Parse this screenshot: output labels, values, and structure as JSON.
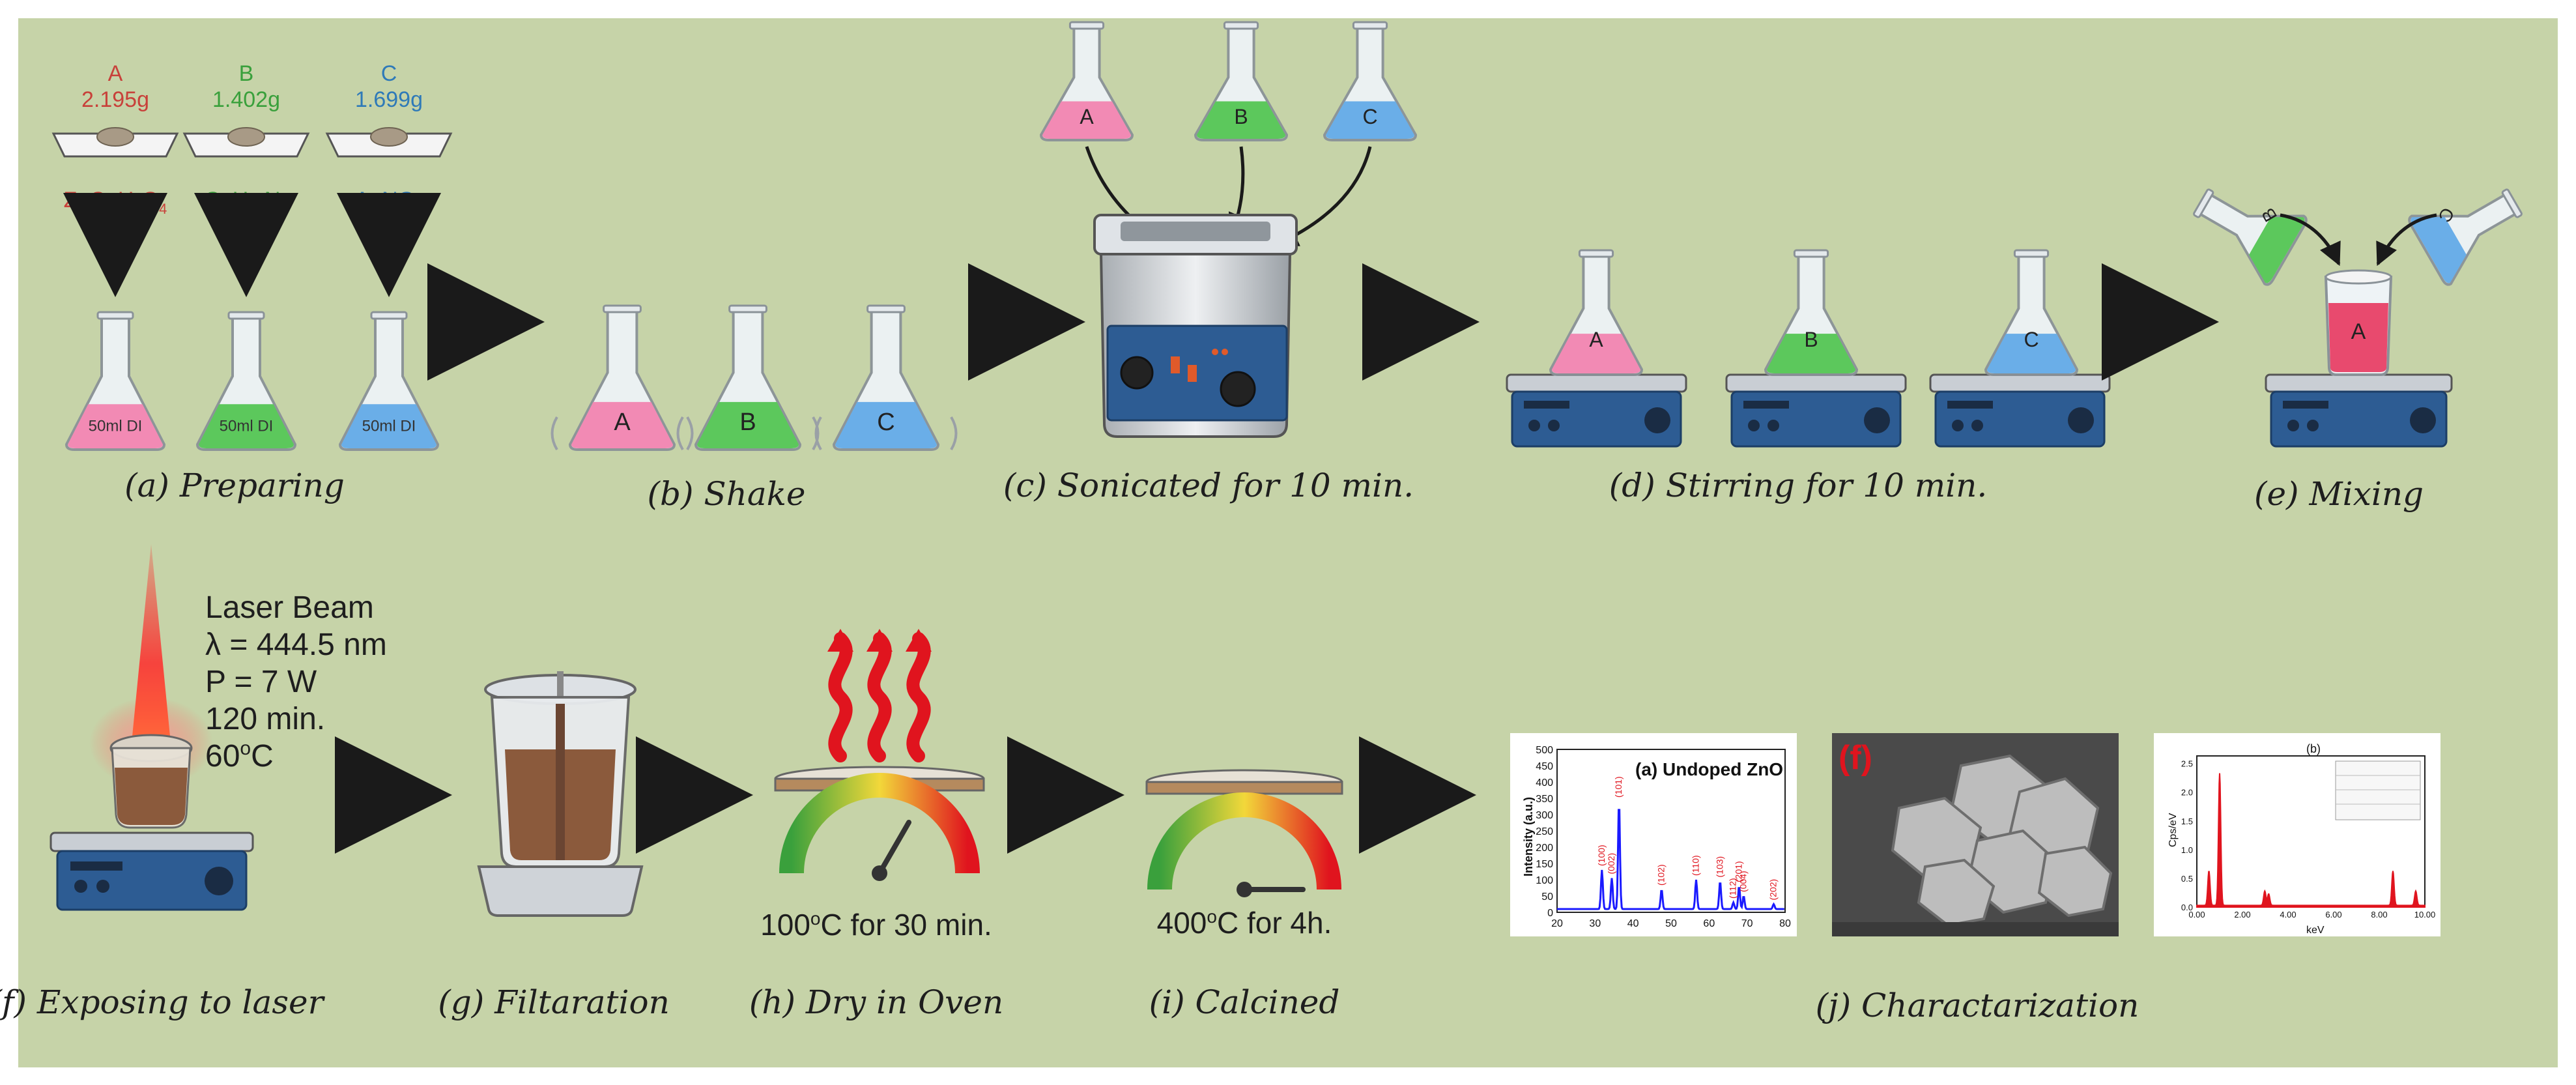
{
  "chemicals": [
    {
      "letter": "A",
      "mass": "2.195g",
      "formula_main": "ZnCuH",
      "formula_sub": "6",
      "formula_tail": "O",
      "formula_sub2": "4",
      "color": "#c8413a",
      "liquid": "#f28ab4",
      "flask_label": "50ml DI"
    },
    {
      "letter": "B",
      "mass": "1.402g",
      "formula_main": "CuH",
      "formula_sub": "12",
      "formula_tail": "N",
      "formula_sub2": "4",
      "color": "#3aa03c",
      "liquid": "#5cc85c",
      "flask_label": "50ml DI"
    },
    {
      "letter": "C",
      "mass": "1.699g",
      "formula_main": "AgNO",
      "formula_sub": "3",
      "formula_tail": "",
      "formula_sub2": "",
      "color": "#2f7ab8",
      "liquid": "#6aaee8",
      "flask_label": "50ml DI"
    }
  ],
  "steps": {
    "a": "(a) Preparing",
    "b": "(b) Shake",
    "c": "(c) Sonicated for 10 min.",
    "d": "(d) Stirring for 10 min.",
    "e": "(e) Mixing",
    "f": "(f) Exposing to laser",
    "g": "(g) Filtaration",
    "h": "(h) Dry in Oven",
    "i": "(i) Calcined",
    "j": "(j) Charactarization"
  },
  "laser": {
    "line1": "Laser Beam",
    "line2": "λ = 444.5 nm",
    "line3": "P = 7 W",
    "line4": "120 min.",
    "line5_main": "60",
    "line5_sup": "o",
    "line5_tail": "C"
  },
  "oven_temp": {
    "main": "100",
    "sup": "o",
    "tail": "C for 30 min."
  },
  "calcine_temp": {
    "main": "400",
    "sup": "o",
    "tail": "C for 4h."
  },
  "xrd": {
    "title": "(a) Undoped ZnO",
    "ylabel": "Intensity (a.u.)",
    "y_ticks": [
      "0",
      "50",
      "100",
      "150",
      "200",
      "250",
      "300",
      "350",
      "400",
      "450",
      "500"
    ],
    "x_ticks": [
      "20",
      "30",
      "40",
      "50",
      "60",
      "70",
      "80"
    ],
    "peak_labels": [
      "(100)",
      "(002)",
      "(101)",
      "(102)",
      "(110)",
      "(103)",
      "(112)",
      "(201)",
      "(004)",
      "(202)"
    ]
  },
  "sem": {
    "label": "(f)"
  },
  "edx": {
    "title": "(b)",
    "ylabel": "Cps/eV",
    "xlabel": "keV",
    "y_ticks": [
      "0.0",
      "0.5",
      "1.0",
      "1.5",
      "2.0",
      "2.5"
    ],
    "x_ticks": [
      "0.00",
      "2.00",
      "4.00",
      "6.00",
      "8.00",
      "10.00"
    ]
  },
  "colors": {
    "background": "#c6d3a8",
    "arrow": "#1a1a1a",
    "device_blue": "#2d5c93",
    "caption": "#1e1e1e",
    "xrd_blue": "#1a1aff",
    "xrd_red": "#e0141e",
    "edx_red": "#e0141e",
    "brown": "#8b5a3c"
  }
}
